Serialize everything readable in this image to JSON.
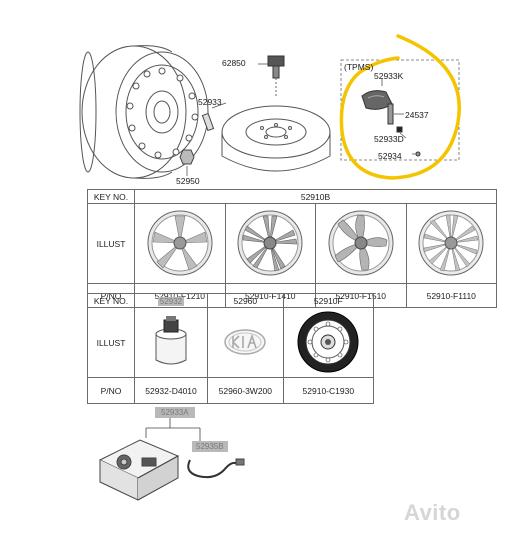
{
  "top_labels": {
    "p62850": "62850",
    "p52933": "52933",
    "p52950": "52950",
    "tpms": "(TPMS)",
    "p52933K": "52933K",
    "p24537": "24537",
    "p52933D": "52933D",
    "p52934": "52934"
  },
  "table1": {
    "key_header": "KEY NO.",
    "key_value": "52910B",
    "illust_label": "ILLUST",
    "pno_label": "P/NO",
    "part_numbers": [
      "52910-F1210",
      "52910-F1410",
      "52910-F1510",
      "52910-F1110"
    ]
  },
  "table2": {
    "key_header": "KEY NO.",
    "keys": [
      "52932",
      "52960",
      "52910F"
    ],
    "illust_label": "ILLUST",
    "pno_label": "P/NO",
    "part_numbers": [
      "52932-D4010",
      "52960-3W200",
      "52910-C1930"
    ]
  },
  "bottom_labels": {
    "p52933A": "52933A",
    "p52935B": "52935B"
  },
  "colors": {
    "highlight_circle": "#f5c400",
    "grey_tag": "#b9b9b9"
  },
  "watermark": "Avito"
}
